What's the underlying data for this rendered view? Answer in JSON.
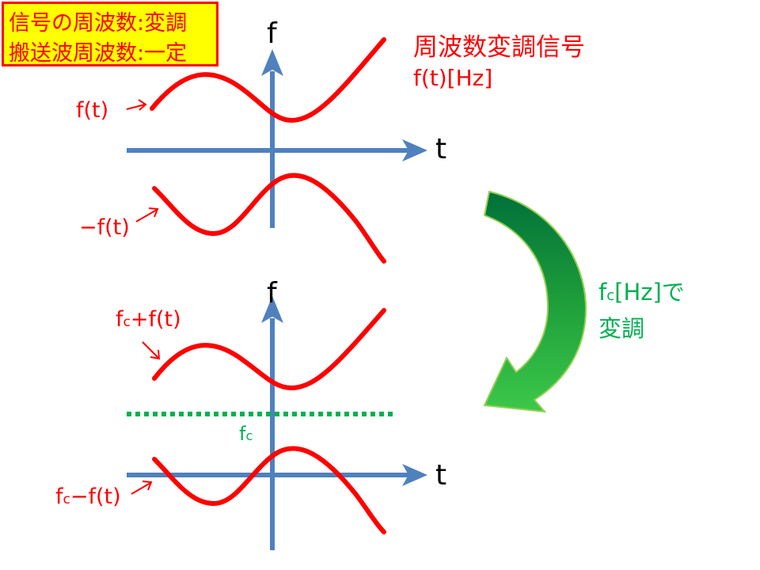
{
  "header": {
    "line1": "信号の周波数:変調",
    "line2": "搬送波周波数:一定"
  },
  "top": {
    "title": "周波数変調信号",
    "subtitle": "f(t)[Hz]",
    "axis_f": "f",
    "axis_t": "t",
    "label_pos": "f(t)",
    "label_neg": "−f(t)"
  },
  "arrow": {
    "line1": "fc[Hz]で",
    "sub_base": "f",
    "sub": "c",
    "rest": "[Hz]で",
    "line2": "変調"
  },
  "bottom": {
    "axis_f": "f",
    "axis_t": "t",
    "label_upper_base": "f",
    "label_upper_sub": "c",
    "label_upper_rest": "+f(t)",
    "label_center_base": "f",
    "label_center_sub": "c",
    "label_lower_base": "f",
    "label_lower_sub": "c",
    "label_lower_rest": "−f(t)"
  },
  "colors": {
    "signal": "#ff0000",
    "axis": "#4f81bd",
    "carrier": "#00b050",
    "box": "#ffff00"
  }
}
